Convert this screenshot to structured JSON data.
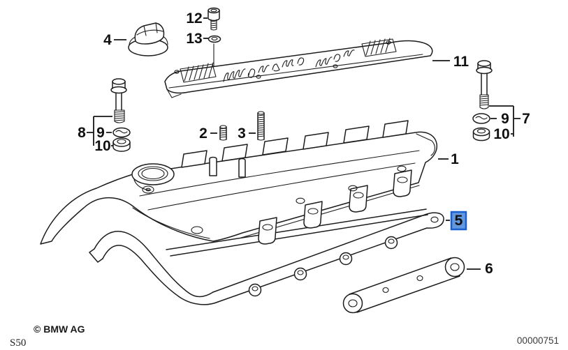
{
  "diagram": {
    "callouts": {
      "n1": "1",
      "n2": "2",
      "n3": "3",
      "n4": "4",
      "n5": "5",
      "n6": "6",
      "n7": "7",
      "n8": "8",
      "n9_left": "9",
      "n10_left": "10",
      "n9_right": "9",
      "n10_right": "10",
      "n11": "11",
      "n12": "12",
      "n13": "13"
    },
    "highlight": {
      "selected_part": "5",
      "box_border": "#1a5fce",
      "box_fill": "#6397de"
    },
    "footer": {
      "copyright": "© BMW AG",
      "model_code": "S50",
      "document_number": "00000751"
    },
    "colors": {
      "line": "#1c1c1c",
      "background": "#ffffff"
    }
  }
}
